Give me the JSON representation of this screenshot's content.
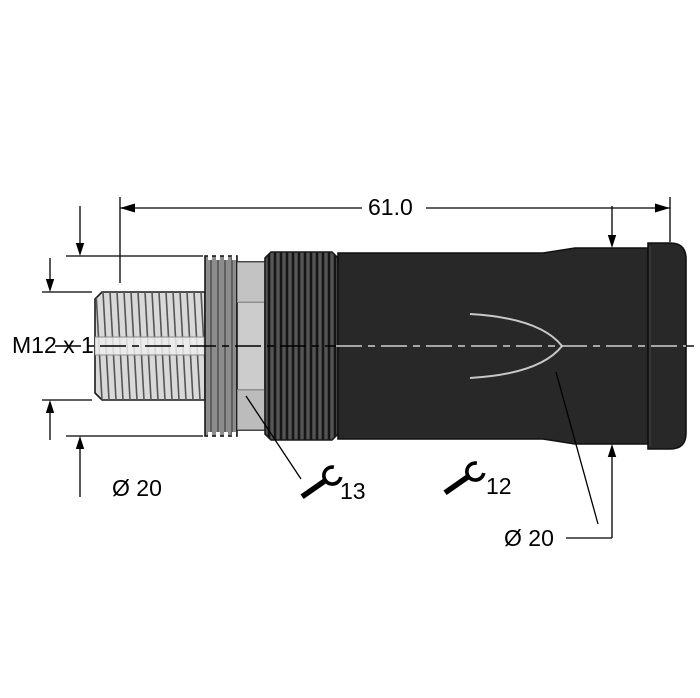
{
  "drawing": {
    "type": "connector-technical-drawing",
    "dimensions": {
      "overall_length": "61.0",
      "thread_label": "M12 x 1",
      "diameter_left": "Ø 20",
      "diameter_right": "Ø 20",
      "wrench_size_hex": "13",
      "wrench_size_body": "12"
    },
    "icons": {
      "wrench": "wrench-icon"
    },
    "colors": {
      "body_dark": "#282828",
      "knurl_dark": "#555555",
      "hex_gray": "#cccccc",
      "gear_gray": "#8c8c8c",
      "thread_light": "#d9d9d9",
      "line_black": "#000000",
      "centerline_on_dark": "#d0d0d0"
    }
  }
}
